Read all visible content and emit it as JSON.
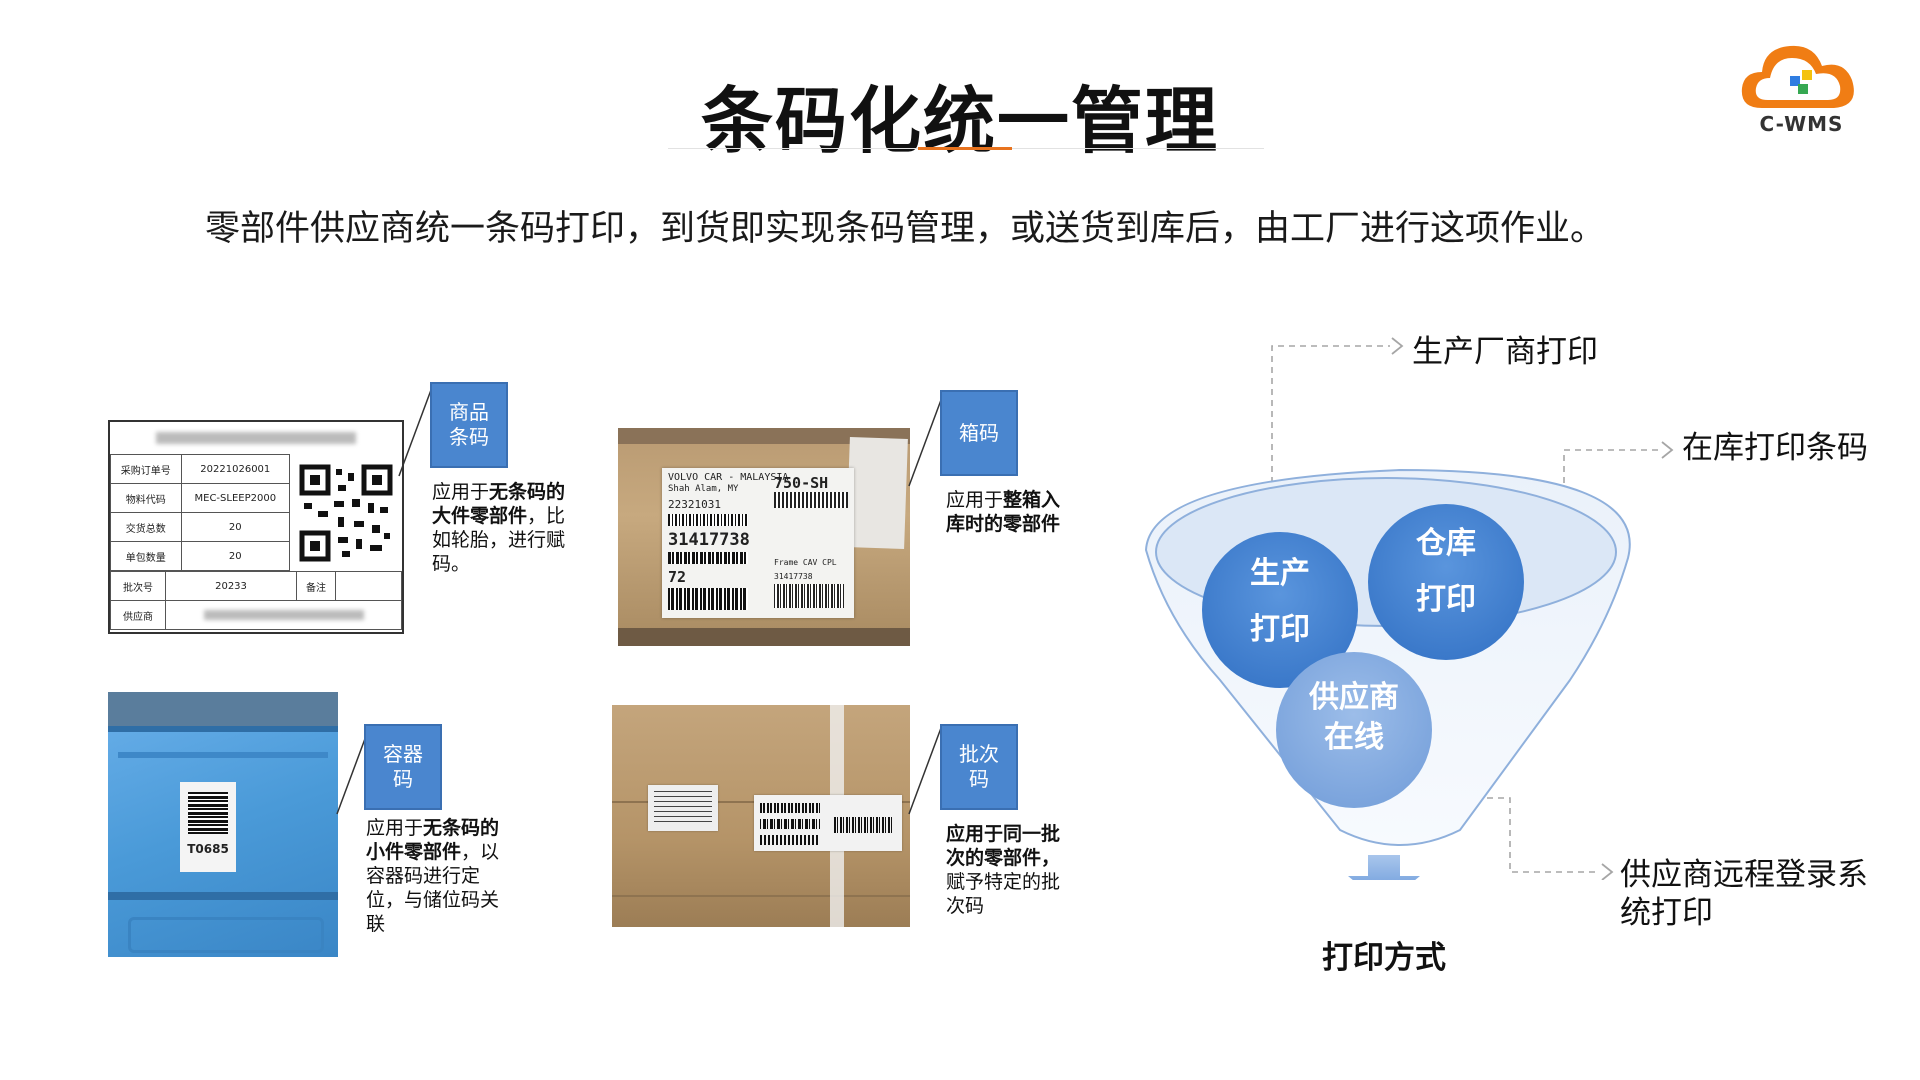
{
  "header": {
    "title": "条码化统一管理",
    "subtitle": "零部件供应商统一条码打印，到货即实现条码管理，或送货到库后，由工厂进行这项作业。",
    "logo_text": "C-WMS"
  },
  "colors": {
    "accent": "#e8731e",
    "tag_blue": "#4a86cf",
    "logo_orange": "#f07d14"
  },
  "label_sample": {
    "rows": [
      {
        "key": "采购订单号",
        "value": "20221026001"
      },
      {
        "key": "物料代码",
        "value": "MEC-SLEEP2000"
      },
      {
        "key": "交货总数",
        "value": "20"
      },
      {
        "key": "单包数量",
        "value": "20"
      }
    ],
    "batch_key": "批次号",
    "batch_value": "20233",
    "remark_key": "备注",
    "supplier_key": "供应商"
  },
  "box_label": {
    "line1": "VOLVO CAR - MALAYSIA",
    "line2": "Shah Alam, MY",
    "code1": "750-SH",
    "code2": "22321031",
    "code3": "31417738",
    "code4": "72",
    "code5": "Frame CAV CPL",
    "code6": "31417738"
  },
  "container_label": "T0685",
  "items": [
    {
      "tag": "商品条码",
      "desc_pre": "应用于",
      "desc_bold": "无条码的大件零部件",
      "desc_post": "，比如轮胎，进行赋码。"
    },
    {
      "tag": "箱码",
      "desc_pre": "应用于",
      "desc_bold": "整箱入库时的零部件",
      "desc_post": ""
    },
    {
      "tag": "容器码",
      "desc_pre": "应用于",
      "desc_bold": "无条码的小件零部件",
      "desc_post": "，以容器码进行定位，与储位码关联"
    },
    {
      "tag": "批次码",
      "desc_pre": "",
      "desc_bold": "应用于同一批次的零部件，",
      "desc_post": "赋予特定的批次码"
    }
  ],
  "funnel": {
    "circles": [
      {
        "line1": "生产",
        "line2": "打印"
      },
      {
        "line1": "仓库",
        "line2": "打印"
      },
      {
        "line1": "供应商",
        "line2": "在线"
      }
    ],
    "bottom_label": "打印方式"
  },
  "methods": [
    "生产厂商打印",
    "在库打印条码",
    "供应商远程登录系统打印"
  ]
}
